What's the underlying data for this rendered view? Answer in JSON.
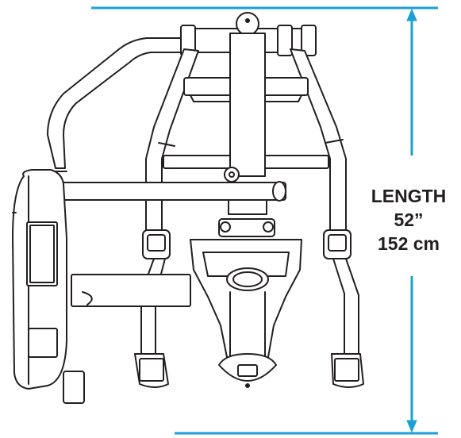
{
  "dimension": {
    "label": "LENGTH",
    "imperial": "52”",
    "metric": "152 cm",
    "accent_color": "#1aa0d4"
  },
  "illustration": {
    "ink_color": "#231f20"
  }
}
